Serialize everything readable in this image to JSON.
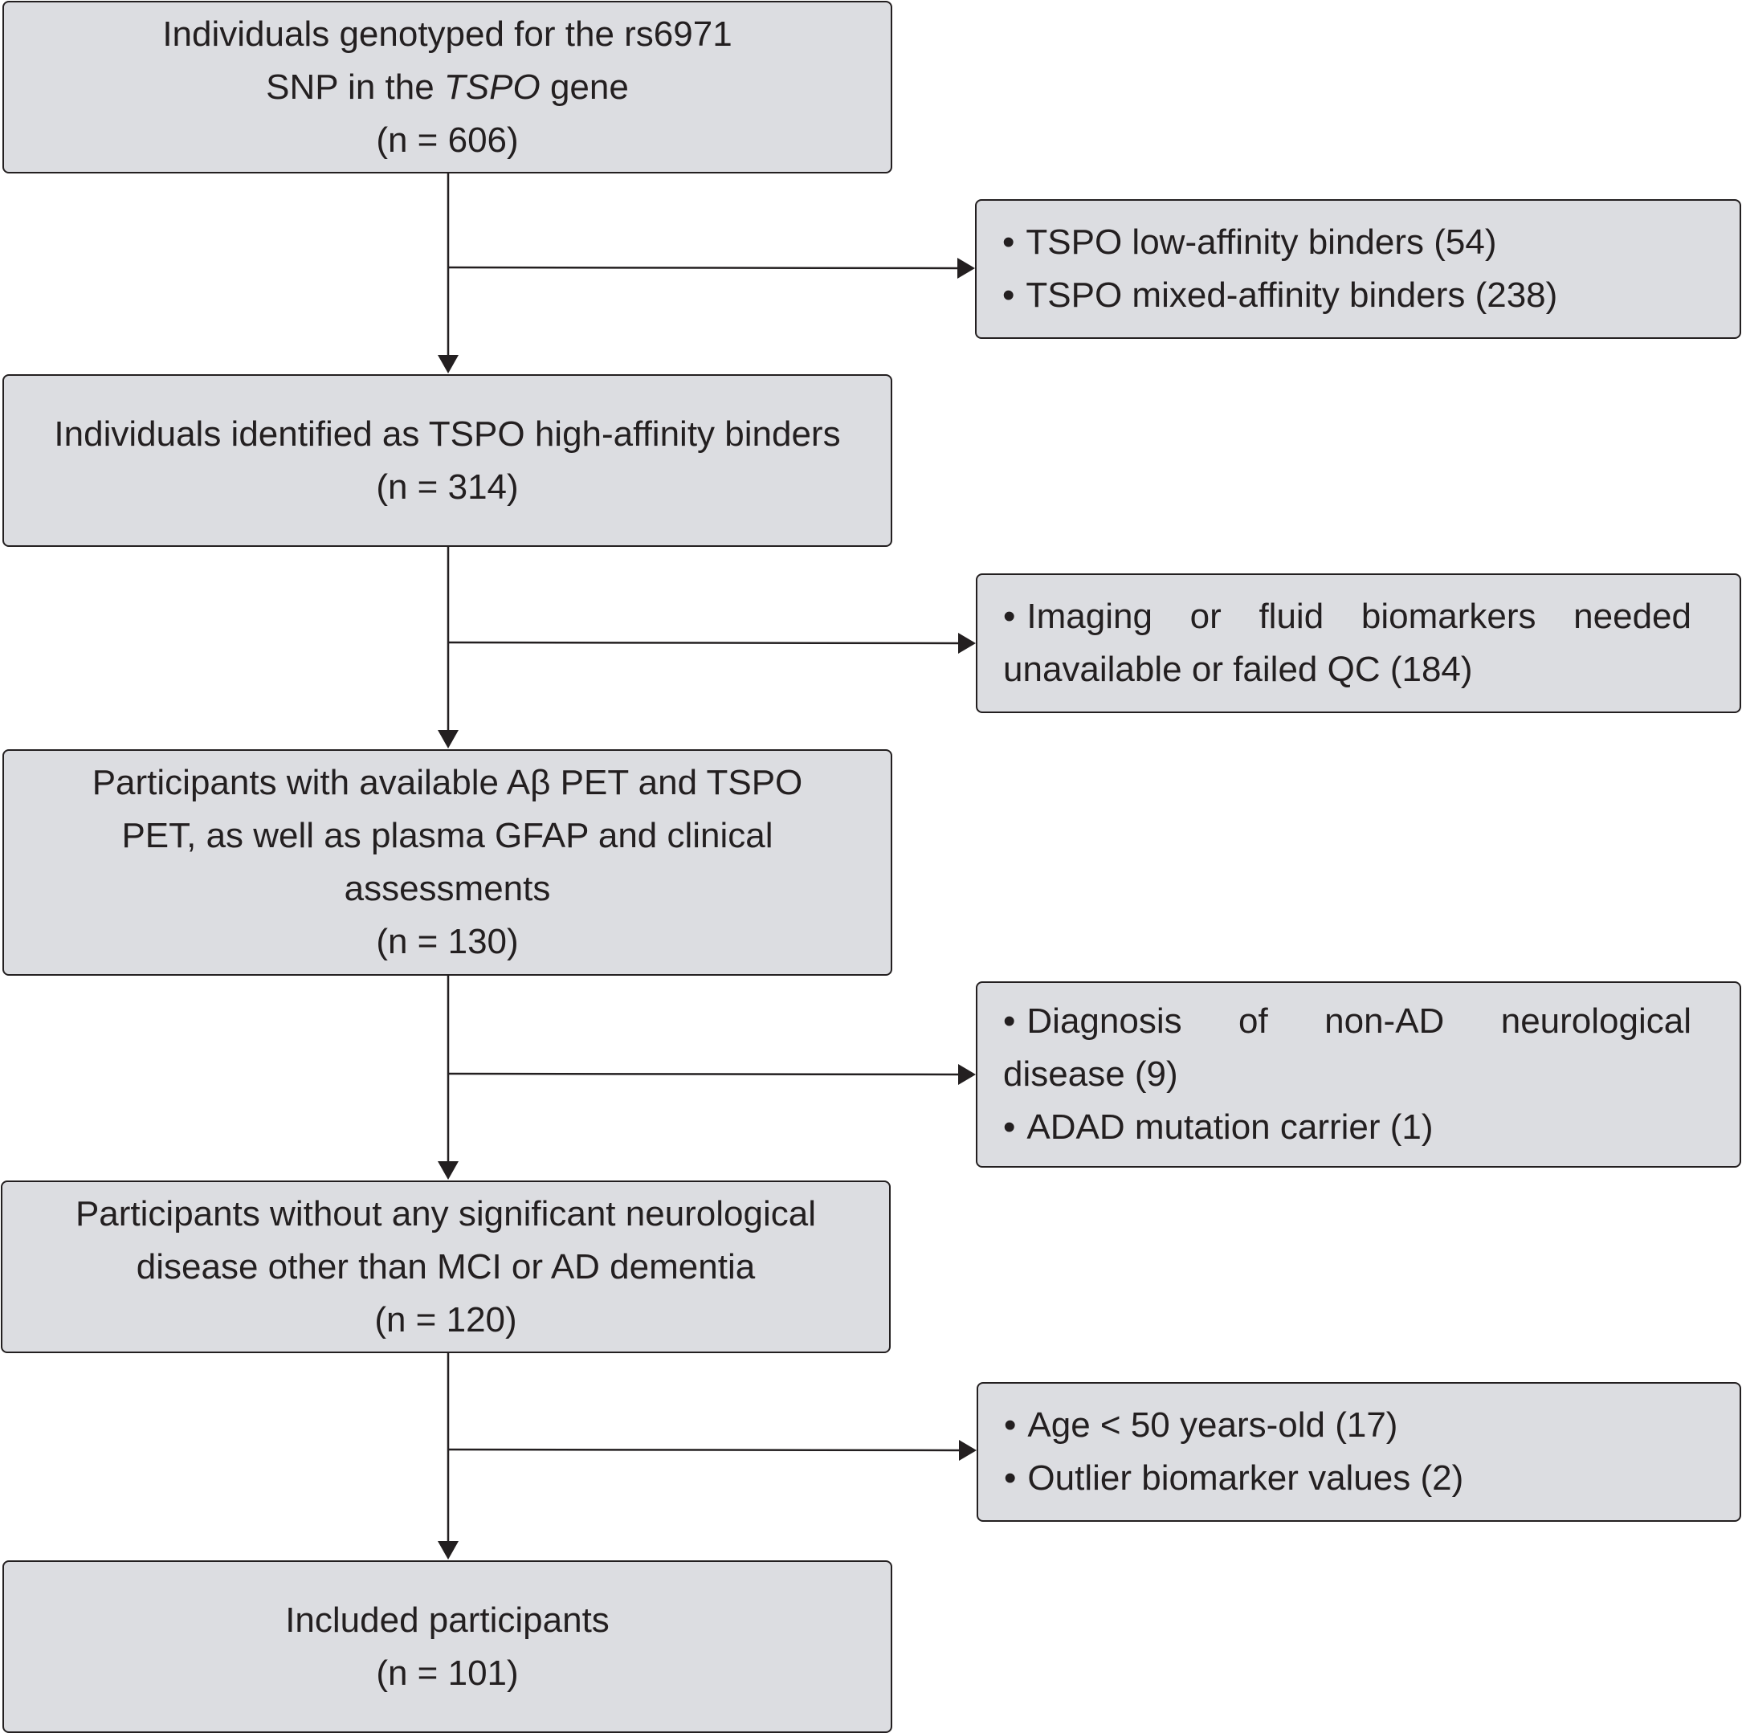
{
  "flow": {
    "steps": [
      {
        "lines": [
          "Individuals genotyped for the rs6971",
          "SNP in the",
          "TSPO",
          "gene",
          "(n = 606)"
        ]
      },
      {
        "lines": [
          "Individuals identified as TSPO high-affinity binders",
          "(n = 314)"
        ]
      },
      {
        "lines": [
          "Participants with available Aβ PET and TSPO",
          "PET, as well as plasma GFAP and clinical",
          "assessments",
          "(n = 130)"
        ]
      },
      {
        "lines": [
          "Participants without any significant neurological",
          "disease other than MCI or AD dementia",
          "(n = 120)"
        ]
      },
      {
        "lines": [
          "Included participants",
          "(n = 101)"
        ]
      }
    ],
    "exclusions": [
      {
        "items": [
          "TSPO low-affinity binders (54)",
          "TSPO mixed-affinity binders (238)"
        ]
      },
      {
        "items": [
          "Imaging or fluid biomarkers needed",
          "unavailable or failed QC (184)"
        ]
      },
      {
        "items": [
          "Diagnosis of non-AD neurological",
          "disease (9)",
          "ADAD mutation carrier (1)"
        ]
      },
      {
        "items": [
          "Age < 50 years-old (17)",
          "Outlier biomarker values (2)"
        ]
      }
    ],
    "bullet": "•"
  },
  "colors": {
    "box_fill": "#dcdde1",
    "line": "#231f20",
    "text": "#231f20"
  }
}
